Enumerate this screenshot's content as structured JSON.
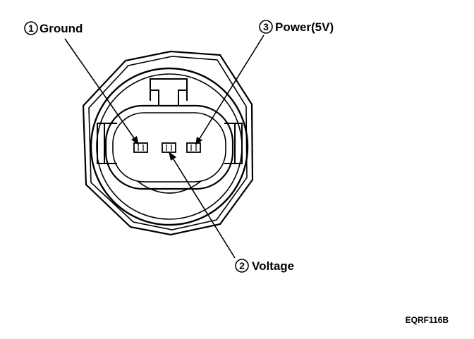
{
  "pins": [
    {
      "number": "1",
      "label": "Ground"
    },
    {
      "number": "2",
      "label": "Voltage"
    },
    {
      "number": "3",
      "label": "Power(5V)"
    }
  ],
  "figure_code": "EQRF116B"
}
